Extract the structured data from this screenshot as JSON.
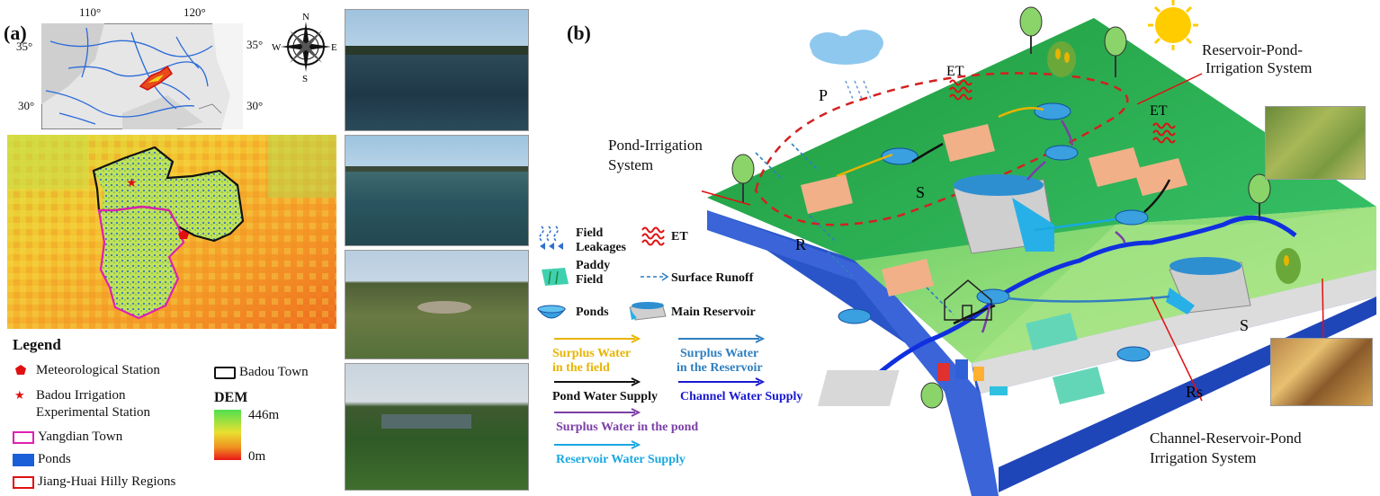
{
  "panel_a": {
    "label": "(a)",
    "map_ticks": {
      "lon_left": "110°",
      "lon_right": "120°",
      "lat_top_left": "35°",
      "lat_bottom_left": "30°",
      "lat_top_right": "35°",
      "lat_bottom_right": "30°"
    },
    "compass": {
      "n": "N",
      "s": "S",
      "e": "E",
      "w": "W"
    },
    "legend": {
      "title": "Legend",
      "met_station": "Meteorological Station",
      "badou_station_1": "Badou Irrigation",
      "badou_station_2": "Experimental Station",
      "yangdian": "Yangdian Town",
      "ponds": "Ponds",
      "jiang_huai": "Jiang-Huai Hilly Regions",
      "badou_town": "Badou Town",
      "dem_title": "DEM",
      "dem_max": "446m",
      "dem_min": "0m"
    }
  },
  "panel_b": {
    "label": "(b)",
    "labels": {
      "p": "P",
      "et1": "ET",
      "et2": "ET",
      "s1": "S",
      "s2": "S",
      "r": "R",
      "rs": "Rs"
    },
    "systems": {
      "reservoir_pond_1": "Reservoir-Pond-",
      "reservoir_pond_2": "Irrigation System",
      "pond_irr_1": "Pond-Irrigation",
      "pond_irr_2": "System",
      "channel_1": "Channel-Reservoir-Pond",
      "channel_2": "Irrigation System"
    },
    "legend": {
      "field_1": "Field",
      "field_2": "Leakages",
      "et": "ET",
      "paddy_1": "Paddy",
      "paddy_2": "Field",
      "runoff": "Surface Runoff",
      "ponds": "Ponds",
      "main_res": "Main Reservoir",
      "surplus_field_1": "Surplus Water",
      "surplus_field_2": "in the field",
      "surplus_res_1": "Surplus Water",
      "surplus_res_2": "in the Reservoir",
      "pond_supply": "Pond Water Supply",
      "channel_supply": "Channel Water Supply",
      "surplus_pond": "Surplus Water in the pond",
      "reservoir_supply": "Reservoir Water Supply"
    },
    "colors": {
      "surplus_field": "#e8b400",
      "surplus_res": "#2f7fc0",
      "pond_supply": "#111111",
      "channel_supply": "#1a1ad0",
      "surplus_pond": "#7b3fa8",
      "reservoir_supply": "#18a8e0"
    }
  }
}
